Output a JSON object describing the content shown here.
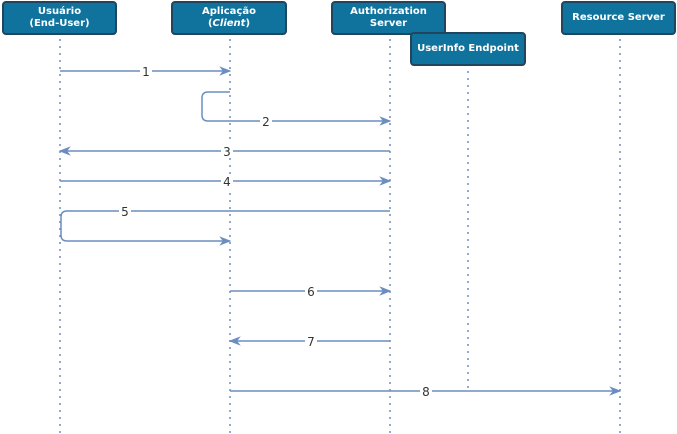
{
  "actors": {
    "user": {
      "line1": "Usuário",
      "line2": "(End-User)"
    },
    "client": {
      "line1": "Aplicação",
      "line2_open": "(",
      "line2_em": "Client",
      "line2_close": ")"
    },
    "authz": {
      "line1": "Authorization",
      "line2": "Server"
    },
    "userinfo": {
      "line1": "UserInfo Endpoint"
    },
    "resource": {
      "line1": "Resource Server"
    }
  },
  "messages": [
    {
      "label": "1",
      "from": "user",
      "to": "client"
    },
    {
      "label": "2",
      "from": "client",
      "to": "authz",
      "self_loop_start": true
    },
    {
      "label": "3",
      "from": "authz",
      "to": "user"
    },
    {
      "label": "4",
      "from": "user",
      "to": "authz"
    },
    {
      "label": "5",
      "from": "authz",
      "to": "client",
      "via": "user"
    },
    {
      "label": "6",
      "from": "client",
      "to": "authz"
    },
    {
      "label": "7",
      "from": "authz",
      "to": "client"
    },
    {
      "label": "8",
      "from": "client",
      "to": "resource"
    }
  ],
  "colors": {
    "actor_fill": "#10739e",
    "actor_border": "#23445d",
    "lifeline": "#6c8ebf",
    "arrow": "#6c8ebf"
  }
}
